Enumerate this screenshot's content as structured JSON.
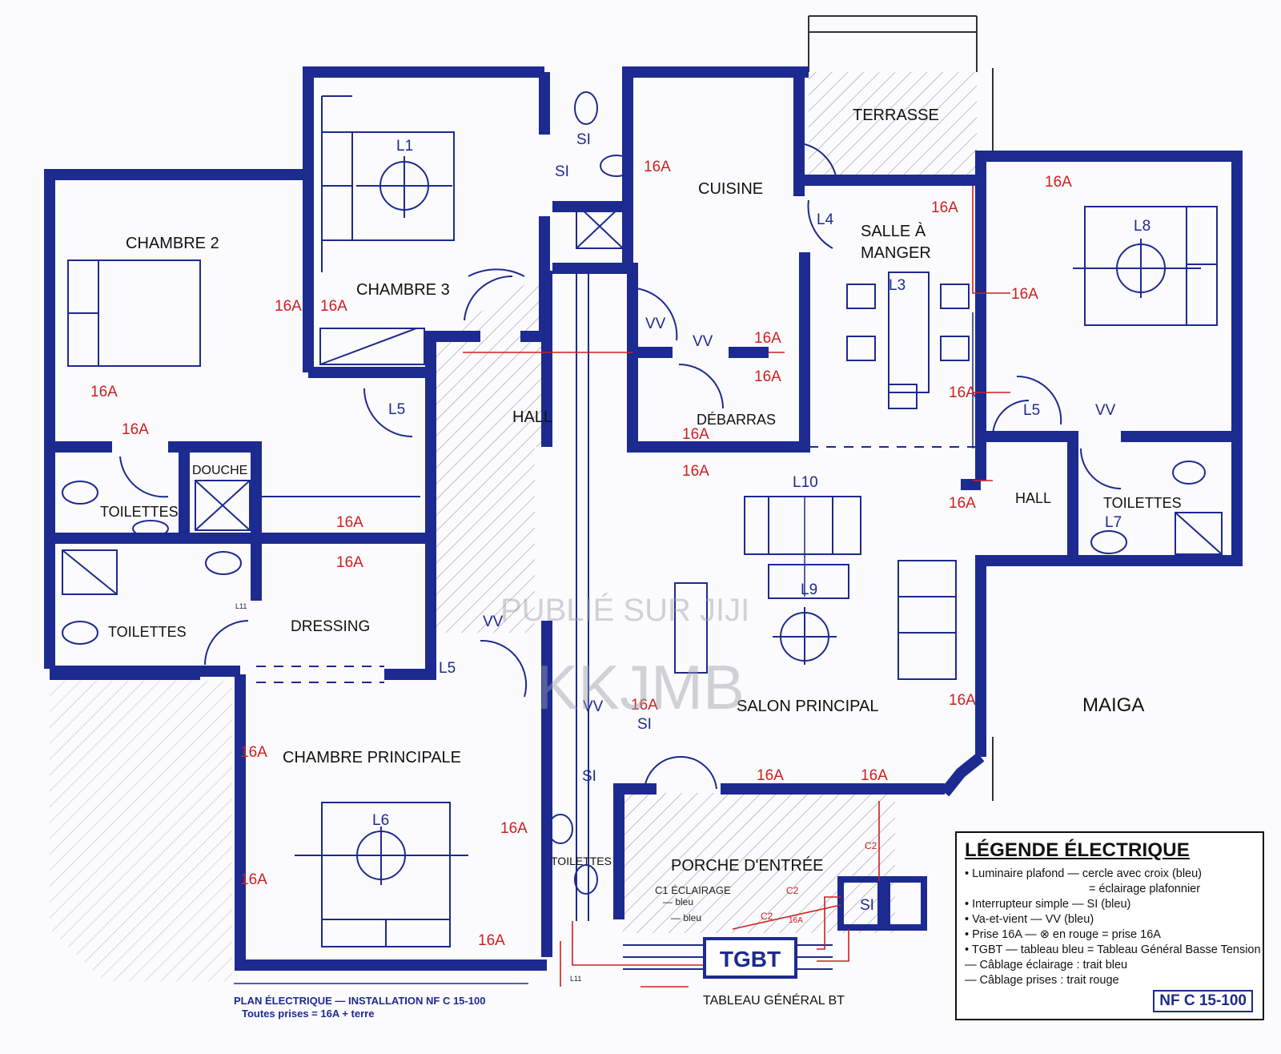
{
  "rooms": {
    "chambre2": "CHAMBRE 2",
    "chambre3": "CHAMBRE 3",
    "cuisine": "CUISINE",
    "terrasse": "TERRASSE",
    "salle_manger": [
      "SALLE À",
      "MANGER"
    ],
    "hall_center": "HALL",
    "debarras": "DÉBARRAS",
    "douche": "DOUCHE",
    "toilettes_left_top": "TOILETTES",
    "toilettes_left_bottom": "TOILETTES",
    "dressing": "DRESSING",
    "chambre_principale": "CHAMBRE PRINCIPALE",
    "salon": "SALON PRINCIPAL",
    "maiga": "MAIGA",
    "hall_right": "HALL",
    "toilettes_right": "TOILETTES",
    "toilettes_center": "TOILETTES",
    "porche": "PORCHE D'ENTRÉE"
  },
  "luminaires": [
    "L1",
    "L3",
    "L4",
    "L5",
    "L5",
    "L5",
    "L6",
    "L7",
    "L8",
    "L9",
    "L10"
  ],
  "switches": {
    "si": "SI",
    "vv": "VV"
  },
  "plug_label": "16A",
  "tgbt": "TGBT",
  "tableau_label": "TABLEAU GÉNÉRAL BT",
  "porch_notes": {
    "eclairage": "C1 ÉCLAIRAGE",
    "bleu1": "— bleu",
    "bleu2": "— bleu",
    "c2a": "C2",
    "c2b": "C2",
    "c2c": "C2",
    "small16": "16A",
    "l11a": "L11",
    "l11b": "L11"
  },
  "footer": {
    "line1": "PLAN ÉLECTRIQUE — INSTALLATION NF C 15-100",
    "line2": "Toutes prises = 16A + terre"
  },
  "watermark": {
    "line1": "PUBLIÉ SUR JIJI",
    "line2": "KKJMB"
  },
  "legend": {
    "title": "LÉGENDE ÉLECTRIQUE",
    "items": [
      "• Luminaire plafond — cercle avec croix (bleu)",
      "= éclairage plafonnier",
      "• Interrupteur simple — SI (bleu)",
      "• Va-et-vient — VV (bleu)",
      "• Prise 16A — ⊗ en rouge = prise 16A",
      "• TGBT — tableau bleu = Tableau Général Basse Tension",
      "— Câblage éclairage : trait bleu",
      "— Câblage prises : trait rouge"
    ],
    "norm": "NF C 15-100"
  },
  "colors": {
    "wall": "#1d2a8f",
    "plug": "#cc1f1f",
    "hatch": "#8a8a8a"
  }
}
